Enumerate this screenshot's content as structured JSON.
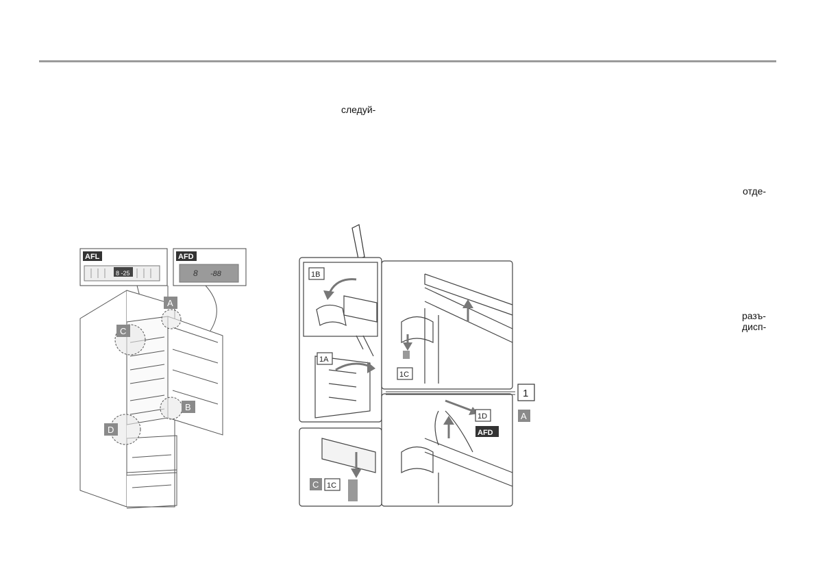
{
  "text_fragments": [
    "следуй-",
    "отде-",
    "разъ-",
    "дисп-"
  ],
  "figure_left": {
    "panels": [
      "AFL",
      "AFD"
    ],
    "afl_display": "8 -25",
    "afd_display": "8",
    "afd_display2": "-88",
    "callouts": [
      "A",
      "B",
      "C",
      "D"
    ]
  },
  "figure_right": {
    "step_labels": [
      "1B",
      "1A",
      "1C",
      "1C",
      "1D"
    ],
    "afd_label": "AFD",
    "c_label": "C",
    "step_number": "1",
    "side_letter": "A"
  },
  "colors": {
    "rule": "#9a9a9a",
    "badge_dark": "#333333",
    "badge_gray": "#8a8a8a"
  }
}
